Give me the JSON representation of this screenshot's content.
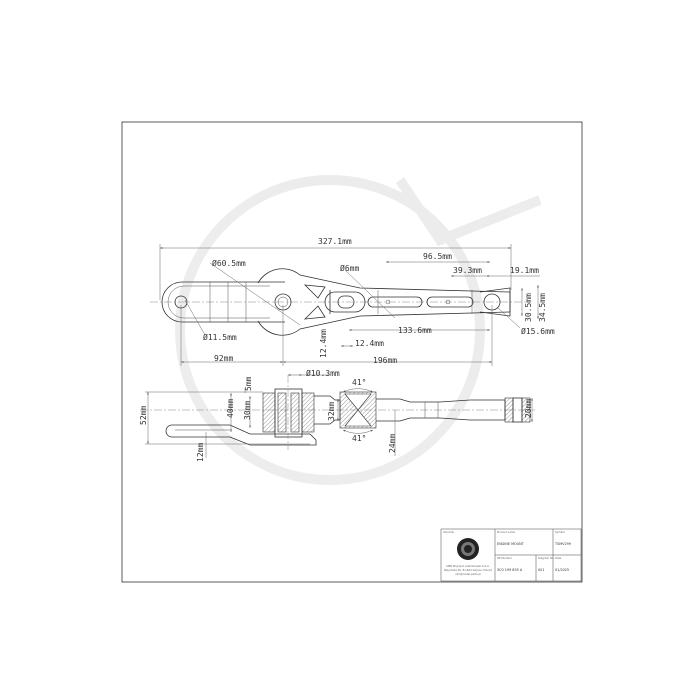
{
  "drawing": {
    "top_view_dimensions": {
      "overall_length": "327.1mm",
      "big_eye_diameter": "Ø60.5mm",
      "small_hole_diameter": "Ø6mm",
      "dim_96_5": "96.5mm",
      "dim_39_3": "39.3mm",
      "dim_19_1": "19.1mm",
      "dim_30_5": "30.5mm",
      "dim_34_5": "34.5mm",
      "right_hole_diameter": "Ø15.6mm",
      "left_hole_diameter": "Ø11.5mm",
      "dim_133_6": "133.6mm",
      "dim_12_4_h": "12.4mm",
      "dim_12_4_v": "12.4mm",
      "dim_92": "92mm",
      "dim_196": "196mm"
    },
    "side_view_dimensions": {
      "bolt_diameter": "Ø10.3mm",
      "dim_5": "5mm",
      "dim_52": "52mm",
      "dim_40": "40mm",
      "dim_30": "30mm",
      "angle_top": "41°",
      "dim_32": "32mm",
      "angle_bottom": "41°",
      "dim_24": "24mm",
      "dim_20": "20mm",
      "dim_12": "12mm"
    }
  },
  "title_block": {
    "importer_label": "Importer",
    "importer_lines": [
      "SMB Wojciech Adamkowski S.K.A.",
      "Pasymska 26, 81-604 Gdynia, Poland",
      "info@metal-parts.pl"
    ],
    "product_name_label": "Product name",
    "product_name": "ENGINE MOUNT",
    "symbol_label": "Symbol",
    "symbol": "TSMV299",
    "oe_number_label": "OE Number",
    "oe_number": "3C0 199 855 A",
    "diagram_no_label": "Diagram No.",
    "diagram_no": "001",
    "date_label": "Date",
    "date": "01/2025"
  }
}
